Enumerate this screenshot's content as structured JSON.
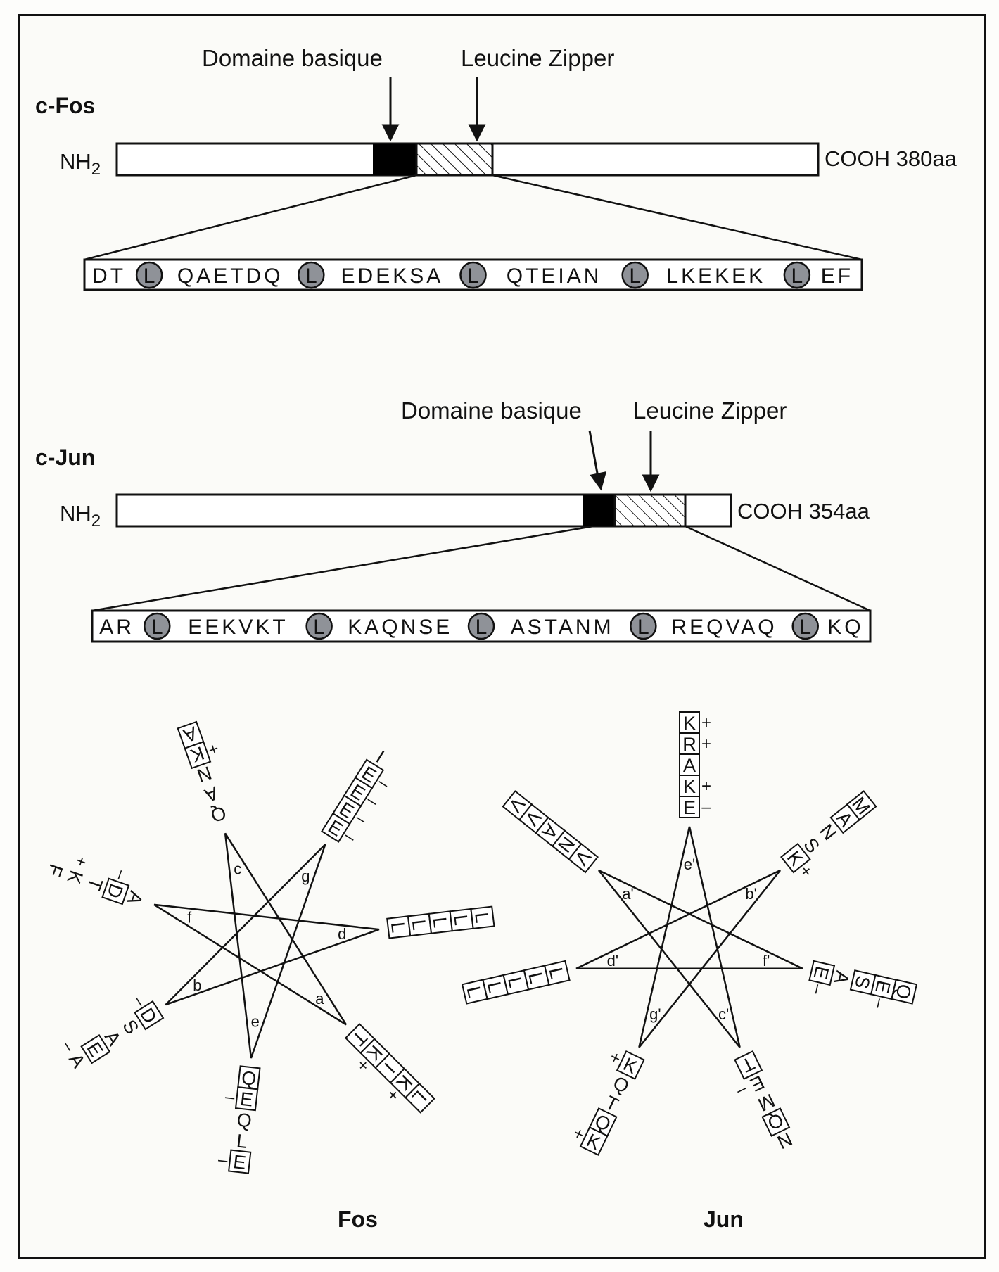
{
  "colors": {
    "ink": "#111111",
    "basic_domain_fill": "#000000",
    "leucine_circle_fill": "#8f9298",
    "background": "#fbfbf8"
  },
  "fos_gene": {
    "name": "c-Fos",
    "n_term": "NH",
    "n_term_sub": "2",
    "c_term": "COOH 380aa",
    "basic_label": "Domaine basique",
    "zipper_label": "Leucine Zipper",
    "sequence": [
      "DT",
      "L",
      "QAETDQ",
      "L",
      "EDEKSA",
      "L",
      "QTEIAN",
      "L",
      "LKEKEK",
      "L",
      "EF"
    ]
  },
  "jun_gene": {
    "name": "c-Jun",
    "n_term": "NH",
    "n_term_sub": "2",
    "c_term": "COOH 354aa",
    "basic_label": "Domaine basique",
    "zipper_label": "Leucine Zipper",
    "sequence": [
      "AR",
      "L",
      "EEKVKT",
      "L",
      "KAQNSE",
      "L",
      "ASTANM",
      "L",
      "REQVAQ",
      "L",
      "KQ"
    ]
  },
  "fos_wheel": {
    "title": "Fos",
    "positions": [
      "g",
      "d",
      "a",
      "e",
      "b",
      "f",
      "c"
    ],
    "spokes": {
      "g": {
        "residues": "EEEEI",
        "charges": [
          "–",
          "–",
          "–",
          "–",
          ""
        ],
        "boxed": [
          true,
          true,
          true,
          true,
          false
        ]
      },
      "d": {
        "residues": "LLLLL",
        "charges": [],
        "boxed": [
          true,
          true,
          true,
          true,
          true
        ]
      },
      "a": {
        "residues": "TKIKL",
        "charges": [
          "",
          "+",
          "",
          "+",
          ""
        ],
        "boxed": [
          true,
          true,
          true,
          true,
          true
        ]
      },
      "e": {
        "residues": "QEQLE",
        "charges": [
          "",
          "–",
          "",
          "",
          "–"
        ],
        "boxed": [
          true,
          true,
          false,
          false,
          true
        ]
      },
      "b": {
        "residues": "DSAEA",
        "charges": [
          "–",
          "",
          "",
          "",
          "–"
        ],
        "boxed": [
          true,
          false,
          false,
          true,
          false
        ]
      },
      "f": {
        "residues": "ADTKF",
        "charges": [
          "",
          "–",
          "",
          "+",
          ""
        ],
        "boxed": [
          false,
          true,
          false,
          false,
          false
        ]
      },
      "c": {
        "residues": "QANKA",
        "charges": [
          "",
          "",
          "",
          "+",
          ""
        ],
        "boxed": [
          false,
          false,
          false,
          true,
          true
        ]
      }
    }
  },
  "jun_wheel": {
    "title": "Jun",
    "positions": [
      "e'",
      "b'",
      "f'",
      "c'",
      "g'",
      "d'",
      "a'"
    ],
    "spokes": {
      "e'": {
        "residues": "EKARK",
        "charges": [
          "–",
          "+",
          "",
          "+",
          "+"
        ],
        "boxed": [
          true,
          true,
          true,
          true,
          true
        ]
      },
      "b'": {
        "residues": "KSNAM",
        "charges": [
          "+",
          "",
          "",
          "",
          ""
        ],
        "boxed": [
          true,
          false,
          false,
          true,
          true
        ]
      },
      "f'": {
        "residues": "EASEQ",
        "charges": [
          "–",
          "",
          "",
          "–",
          ""
        ],
        "boxed": [
          true,
          false,
          true,
          true,
          true
        ]
      },
      "c'": {
        "residues": "TEMQN",
        "charges": [
          "",
          "–",
          "",
          "",
          ""
        ],
        "boxed": [
          true,
          false,
          false,
          true,
          false
        ]
      },
      "g'": {
        "residues": "KQTQK",
        "charges": [
          "+",
          "",
          "",
          "",
          "+"
        ],
        "boxed": [
          true,
          false,
          false,
          true,
          true
        ]
      },
      "d'": {
        "residues": "LLLLL",
        "charges": [],
        "boxed": [
          true,
          true,
          true,
          true,
          true
        ]
      },
      "a'": {
        "residues": "VNAVV",
        "charges": [],
        "boxed": [
          true,
          true,
          true,
          true,
          true
        ]
      }
    }
  }
}
